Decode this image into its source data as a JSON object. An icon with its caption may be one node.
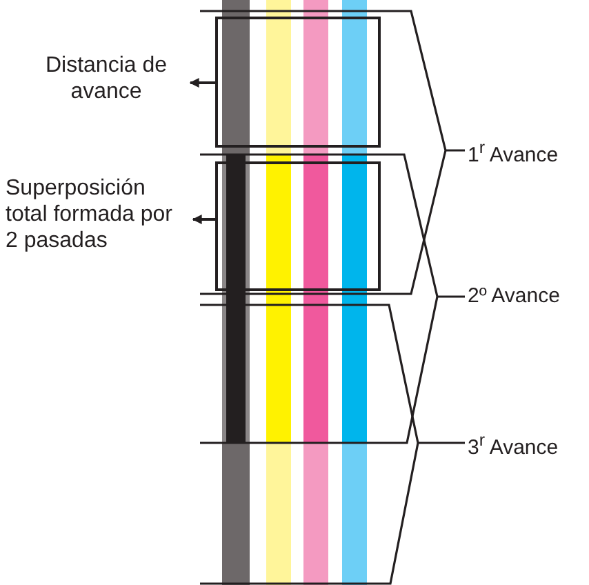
{
  "diagram": {
    "nodes": [
      {
        "text": [
          "Distancia de avance"
        ]
      },
      {
        "text": [],
        "shape": "box"
      },
      {
        "text": [
          "Superposición total formada por 2 pasadas"
        ]
      },
      {
        "text": [],
        "shape": "box"
      }
    ],
    "edges": [
      {
        "from": 1,
        "to": 0,
        "arrow": "to"
      },
      {
        "from": 3,
        "to": 2,
        "arrow": "to"
      }
    ],
    "labels": [
      "1$^{r}$ Avance",
      "2º Avance",
      "3$^{r}$ Avance"
    ]
  }
}
